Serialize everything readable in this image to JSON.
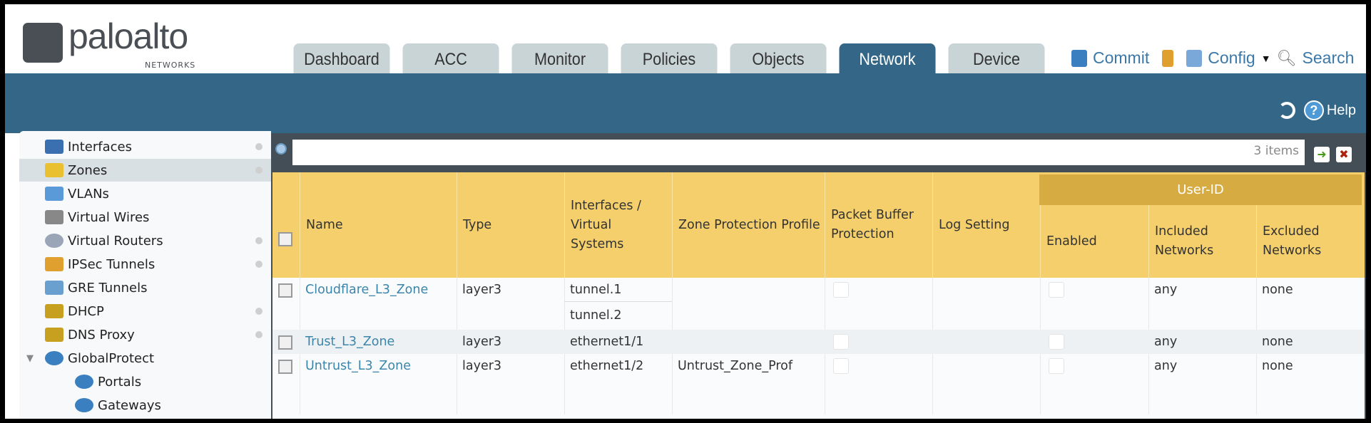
{
  "brand": {
    "word": "paloalto",
    "sub": "NETWORKS"
  },
  "tabs": [
    "Dashboard",
    "ACC",
    "Monitor",
    "Policies",
    "Objects",
    "Network",
    "Device"
  ],
  "active_tab": "Network",
  "tools": {
    "commit": "Commit",
    "config": "Config",
    "search": "Search",
    "help": "Help"
  },
  "sidebar": [
    {
      "label": "Interfaces",
      "icon": "interfaces-icon",
      "dot": true
    },
    {
      "label": "Zones",
      "icon": "zones-icon",
      "dot": true,
      "selected": true
    },
    {
      "label": "VLANs",
      "icon": "vlans-icon",
      "dot": false
    },
    {
      "label": "Virtual Wires",
      "icon": "virtual-wires-icon",
      "dot": false
    },
    {
      "label": "Virtual Routers",
      "icon": "virtual-routers-icon",
      "dot": true
    },
    {
      "label": "IPSec Tunnels",
      "icon": "ipsec-tunnels-icon",
      "dot": true
    },
    {
      "label": "GRE Tunnels",
      "icon": "gre-tunnels-icon",
      "dot": false
    },
    {
      "label": "DHCP",
      "icon": "dhcp-icon",
      "dot": true
    },
    {
      "label": "DNS Proxy",
      "icon": "dns-proxy-icon",
      "dot": true
    },
    {
      "label": "GlobalProtect",
      "icon": "globalprotect-icon",
      "dot": false,
      "expanded": true
    },
    {
      "label": "Portals",
      "icon": "portals-icon",
      "dot": false,
      "child": true
    },
    {
      "label": "Gateways",
      "icon": "gateways-icon",
      "dot": false,
      "child": true
    }
  ],
  "search": {
    "placeholder": "",
    "count": "3 items"
  },
  "table": {
    "group_header": "User-ID",
    "columns": [
      "Name",
      "Type",
      "Interfaces / Virtual Systems",
      "Zone Protection Profile",
      "Packet Buffer Protection",
      "Log Setting",
      "Enabled",
      "Included Networks",
      "Excluded Networks"
    ],
    "rows": [
      {
        "name": "Cloudflare_L3_Zone",
        "type": "layer3",
        "interfaces": [
          "tunnel.1",
          "tunnel.2"
        ],
        "zpp": "",
        "pbp": false,
        "log": "",
        "enabled": false,
        "included": "any",
        "excluded": "none"
      },
      {
        "name": "Trust_L3_Zone",
        "type": "layer3",
        "interfaces": [
          "ethernet1/1"
        ],
        "zpp": "",
        "pbp": false,
        "log": "",
        "enabled": false,
        "included": "any",
        "excluded": "none"
      },
      {
        "name": "Untrust_L3_Zone",
        "type": "layer3",
        "interfaces": [
          "ethernet1/2"
        ],
        "zpp": "Untrust_Zone_Prof",
        "pbp": false,
        "log": "",
        "enabled": false,
        "included": "any",
        "excluded": "none"
      }
    ]
  },
  "colors": {
    "accent": "#336687",
    "header": "#f4cf6b",
    "group": "#d6ac42",
    "link": "#3b85ab"
  }
}
